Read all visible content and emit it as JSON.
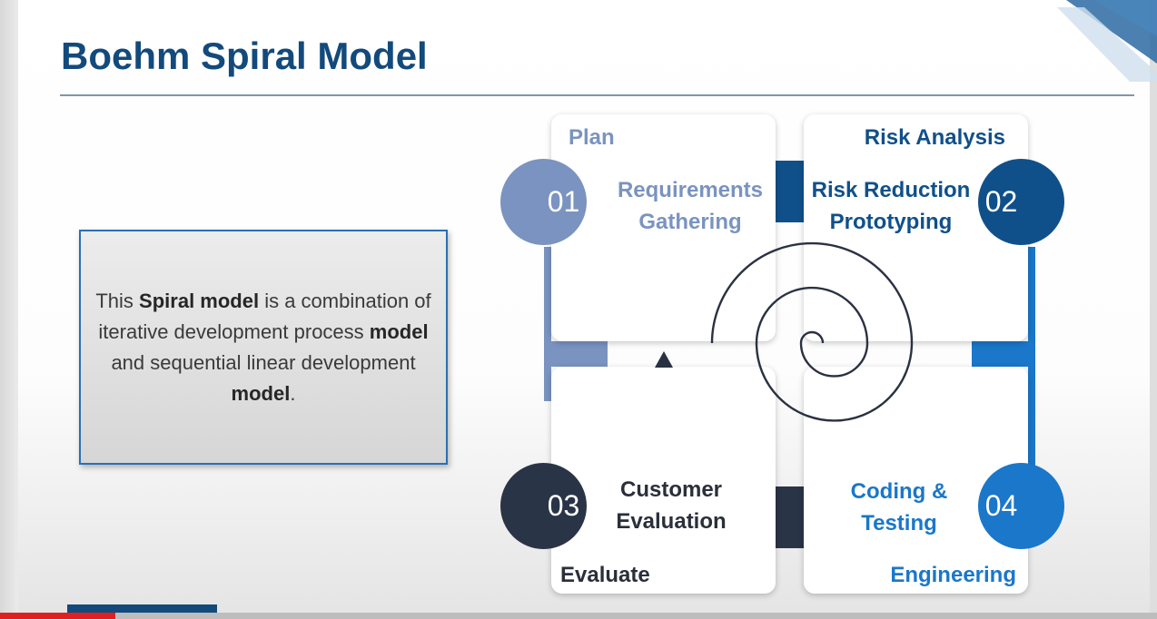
{
  "slide": {
    "title": "Boehm Spiral Model"
  },
  "description": {
    "part1": "This ",
    "bold1": "Spiral model",
    "part2": " is a combination of iterative development process ",
    "bold2": "model",
    "part3": " and sequential linear development ",
    "bold3": "model",
    "part4": "."
  },
  "quadrants": [
    {
      "phase": "Plan",
      "number": "01",
      "step_line1": "Requirements",
      "step_line2": "Gathering",
      "color": "#7a93c0",
      "text_color": "#7a93c0"
    },
    {
      "phase": "Risk Analysis",
      "number": "02",
      "step_line1": "Risk Reduction",
      "step_line2": "Prototyping",
      "color": "#10508a",
      "text_color": "#10508a"
    },
    {
      "phase": "Evaluate",
      "number": "03",
      "step_line1": "Customer",
      "step_line2": "Evaluation",
      "color": "#2a3447",
      "text_color": "#2a2f3a"
    },
    {
      "phase": "Engineering",
      "number": "04",
      "step_line1": "Coding &",
      "step_line2": "Testing",
      "color": "#1a77c9",
      "text_color": "#1a77c9"
    }
  ],
  "colors": {
    "title": "#134a7c",
    "spiral": "#2a3142",
    "box_border": "#2a6fb7"
  },
  "video_progress_fraction": 0.1
}
